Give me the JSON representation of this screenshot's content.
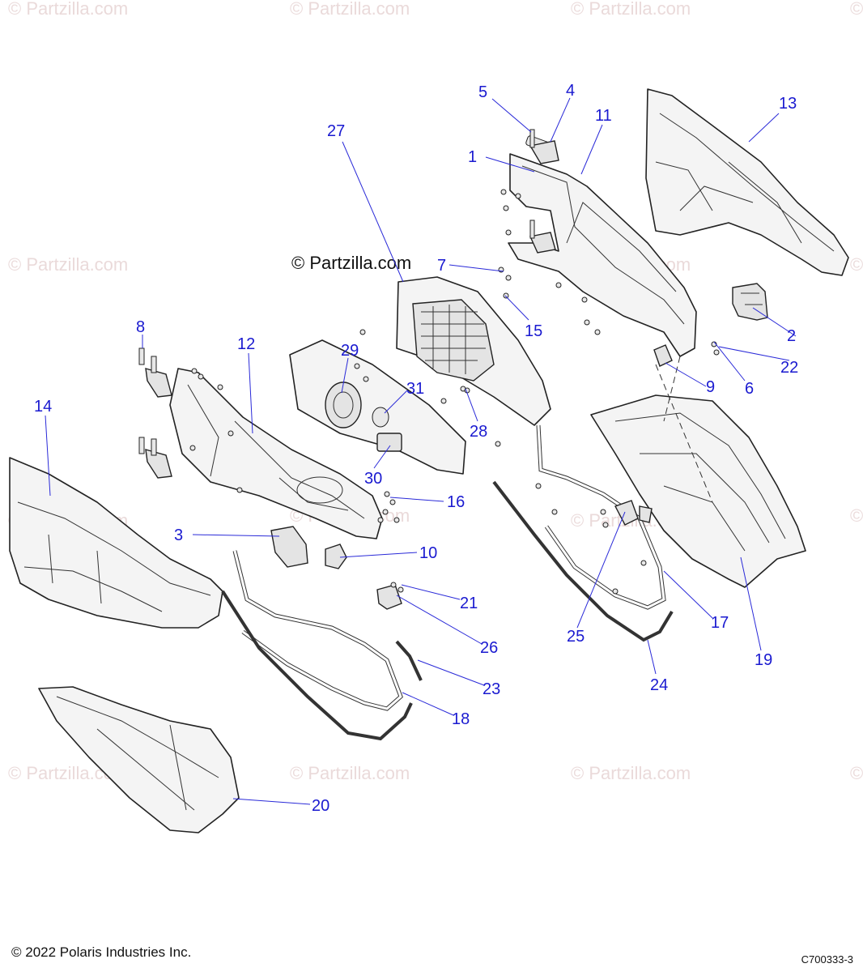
{
  "copyright": "© 2022 Polaris Industries Inc.",
  "diagram_code": "C700333-3",
  "watermark": "© Partzilla.com",
  "center_watermark": "© Partzilla.com",
  "callout_color": "#1a1ad0",
  "callouts": [
    "1",
    "2",
    "3",
    "4",
    "5",
    "6",
    "7",
    "8",
    "9",
    "10",
    "11",
    "12",
    "13",
    "14",
    "15",
    "16",
    "17",
    "18",
    "19",
    "20",
    "21",
    "22",
    "23",
    "24",
    "25",
    "26",
    "27",
    "28",
    "29",
    "30",
    "31"
  ]
}
